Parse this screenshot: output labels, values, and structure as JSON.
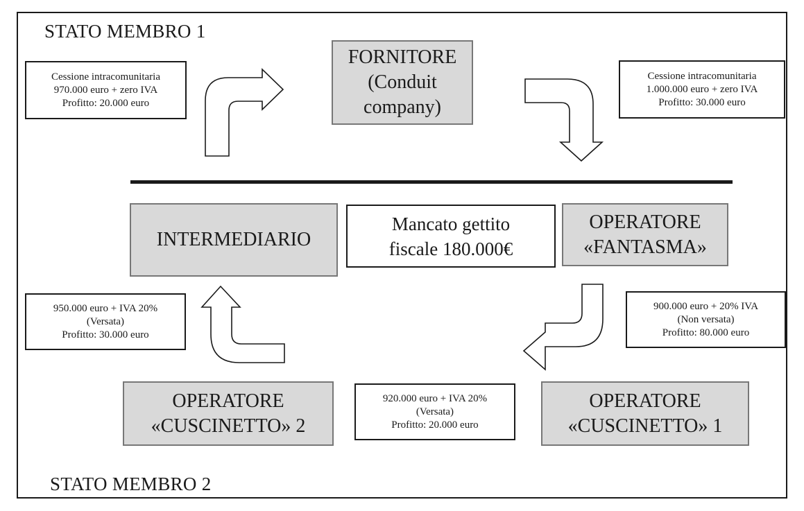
{
  "regions": {
    "member_state_1": "STATO MEMBRO 1",
    "member_state_2": "STATO MEMBRO 2"
  },
  "nodes": {
    "supplier": [
      "FORNITORE",
      "(Conduit",
      "company)"
    ],
    "intermediary": [
      "INTERMEDIARIO"
    ],
    "missing_revenue": [
      "Mancato gettito",
      "fiscale 180.000€"
    ],
    "phantom_operator": [
      "OPERATORE",
      "«FANTASMA»"
    ],
    "buffer_operator_2": [
      "OPERATORE",
      "«CUSCINETTO» 2"
    ],
    "buffer_operator_1": [
      "OPERATORE",
      "«CUSCINETTO» 1"
    ]
  },
  "transactions": {
    "intermediary_to_supplier": [
      "Cessione intracomunitaria",
      "970.000 euro + zero IVA",
      "Profitto: 20.000 euro"
    ],
    "supplier_to_phantom": [
      "Cessione intracomunitaria",
      "1.000.000 euro + zero IVA",
      "Profitto: 30.000 euro"
    ],
    "buffer2_to_intermediary": [
      "950.000 euro + IVA 20%",
      "(Versata)",
      "Profitto: 30.000 euro"
    ],
    "phantom_to_buffer1": [
      "900.000 euro + 20% IVA",
      "(Non  versata)",
      "Profitto: 80.000 euro"
    ],
    "buffer1_to_buffer2": [
      "920.000 euro + IVA 20%",
      "(Versata)",
      "Profitto: 20.000 euro"
    ]
  }
}
